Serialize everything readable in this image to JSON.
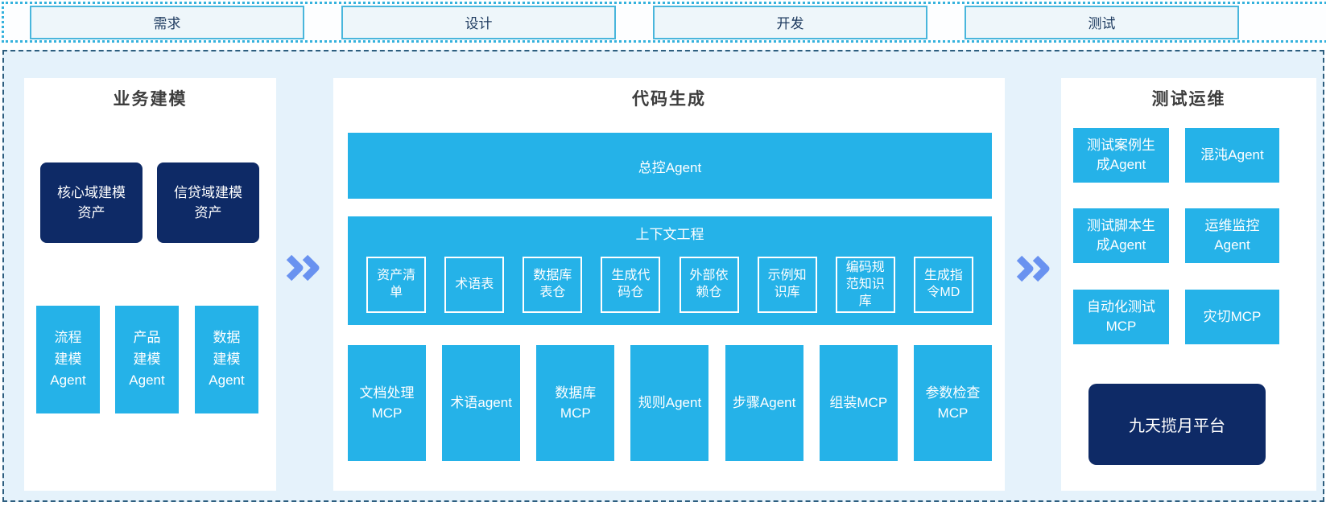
{
  "phases": {
    "items": [
      "需求",
      "设计",
      "开发",
      "测试"
    ]
  },
  "business_modeling": {
    "title": "业务建模",
    "assets": [
      "核心域建模\n资产",
      "信贷域建模\n资产"
    ],
    "agents": [
      "流程\n建模\nAgent",
      "产品\n建模\nAgent",
      "数据\n建模\nAgent"
    ]
  },
  "code_generation": {
    "title": "代码生成",
    "master_agent": "总控Agent",
    "context": {
      "title": "上下文工程",
      "items": [
        "资产清\n单",
        "术语表",
        "数据库\n表仓",
        "生成代\n码仓",
        "外部依\n赖仓",
        "示例知\n识库",
        "编码规\n范知识\n库",
        "生成指\n令MD"
      ]
    },
    "tools": [
      "文档处理\nMCP",
      "术语agent",
      "数据库\nMCP",
      "规则Agent",
      "步骤Agent",
      "组装MCP",
      "参数检查\nMCP"
    ]
  },
  "test_ops": {
    "title": "测试运维",
    "boxes": [
      "测试案例生\n成Agent",
      "混沌Agent",
      "测试脚本生\n成Agent",
      "运维监控\nAgent",
      "自动化测试\nMCP",
      "灾切MCP"
    ],
    "platform": "九天揽月平台"
  },
  "colors": {
    "cyan": "#25b2e8",
    "navy": "#0e2a66",
    "chevron_blue": "#6992f0",
    "container_bg": "#e5f2fb",
    "dashed_border": "#2d5e7f",
    "strip_dotted_border": "#35b2dd"
  }
}
